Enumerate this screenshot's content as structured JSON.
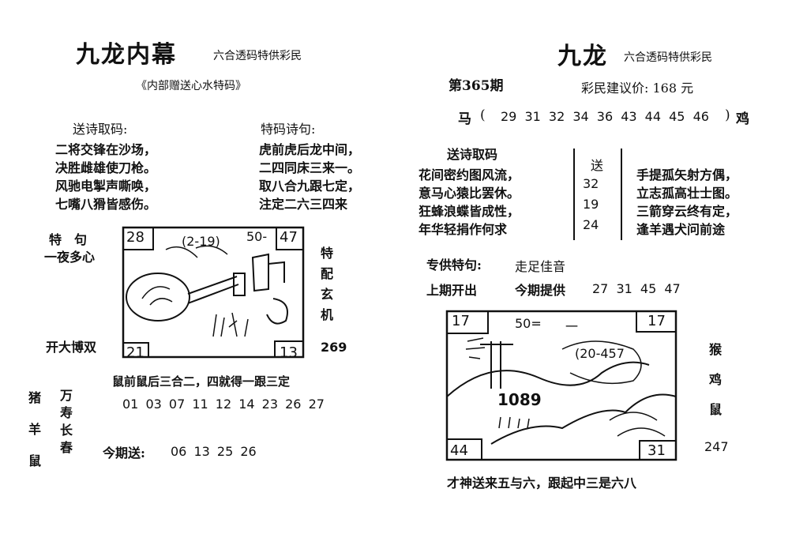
{
  "left": {
    "title": "九龙内幕",
    "subtitle": "六合透码特供彩民",
    "tagline": "《内部赠送心水特码》",
    "poem_send": {
      "heading": "送诗取码:",
      "lines": [
        "二将交锋在沙场，",
        "决胜雌雄使刀枪。",
        "风驰电掣声嘶唤，",
        "七嘴八猾皆感伤。"
      ]
    },
    "poem_special": {
      "heading": "特码诗句:",
      "lines": [
        "虎前虎后龙中间，",
        "二四同床三来一。",
        "取八合九跟七定，",
        "注定二六三四来"
      ]
    },
    "special_phrase": {
      "heading": "特　句",
      "text": "一夜多心"
    },
    "bet_text": "开大博双",
    "mystery": {
      "chars": [
        "特",
        "配",
        "玄",
        "机"
      ],
      "number": "269"
    },
    "picture": {
      "corner_tl": "28",
      "corner_tr": "47",
      "corner_bl": "21",
      "corner_br": "13",
      "scribble_a": "(2-19)",
      "scribble_b": "50-"
    },
    "rat_line": "鼠前鼠后三合二，四就得一跟三定",
    "numbers": "01 03 07 11 12 14 23 26 27",
    "zodiacs": [
      "猪",
      "羊",
      "鼠"
    ],
    "longevity": [
      "万",
      "寿",
      "长",
      "春"
    ],
    "today_label": "今期送:",
    "today_numbers": "06 13 25 26"
  },
  "right": {
    "title": "九龙",
    "subtitle": "六合透码特供彩民",
    "issue": "第365期",
    "price": "彩民建议价: 168 元",
    "horse_row": {
      "start": "马",
      "open": "(",
      "numbers": "29 31 32 34 36 43 44 45 46",
      "close": ")",
      "end": "鸡"
    },
    "poem_heading": "送诗取码",
    "poem_left": [
      "花间密约图风流，",
      "意马心猿比罢休。",
      "狂蜂浪蝶皆成性，",
      "年华轻捐作何求"
    ],
    "send_box": {
      "label": "送",
      "values": [
        "32",
        "19",
        "24"
      ]
    },
    "poem_right": [
      "手提孤矢射方偶，",
      "立志孤高壮士图。",
      "三箭穿云终有定，",
      "逢羊遇犬问前途"
    ],
    "special_label": "专供特句:",
    "special_text": "走足佳音",
    "last_label": "上期开出",
    "provide_label": "今期提供",
    "provide_numbers": "27 31 45 47",
    "picture": {
      "corner_tl": "17",
      "corner_tr": "17",
      "corner_bl": "44",
      "corner_br": "31",
      "scribble_a": "50=",
      "scribble_b": "一",
      "scribble_c": "(20-457",
      "scribble_d": "1089"
    },
    "zodiacs": [
      "猴",
      "鸡",
      "鼠"
    ],
    "zodiac_number": "247",
    "footer": "才神送来五与六，跟起中三是六八"
  }
}
